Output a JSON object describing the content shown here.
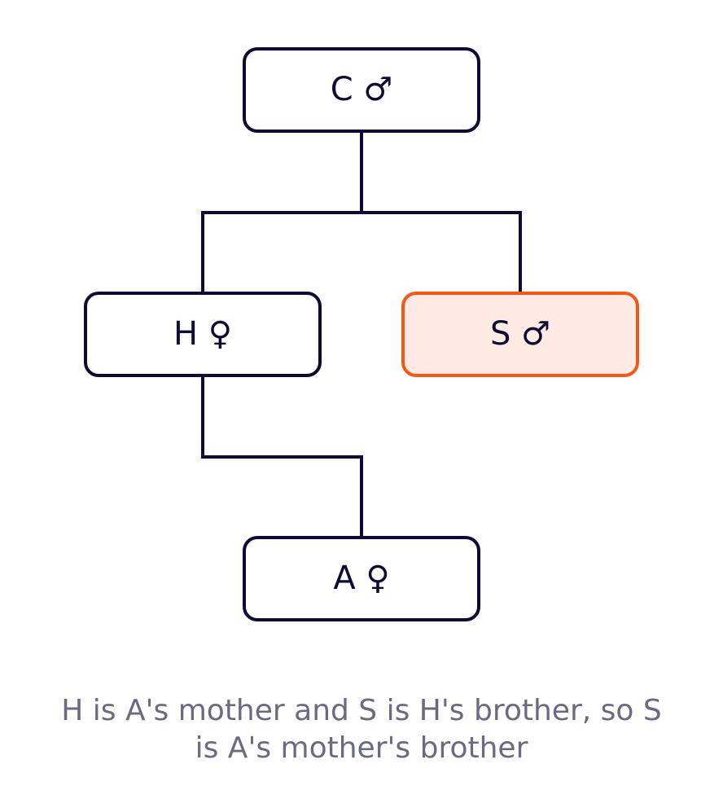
{
  "nodes": {
    "c": {
      "label": "C ♂"
    },
    "h": {
      "label": "H ♀"
    },
    "s": {
      "label": "S ♂"
    },
    "a": {
      "label": "A ♀"
    }
  },
  "caption": {
    "line1": "H is A's mother and S is H's brother, so S",
    "line2": "is A's mother's brother"
  },
  "colors": {
    "ink": "#0d0a33",
    "highlight_stroke": "#f75716",
    "highlight_fill": "#ffebe3",
    "caption_text": "#6b6a80"
  }
}
